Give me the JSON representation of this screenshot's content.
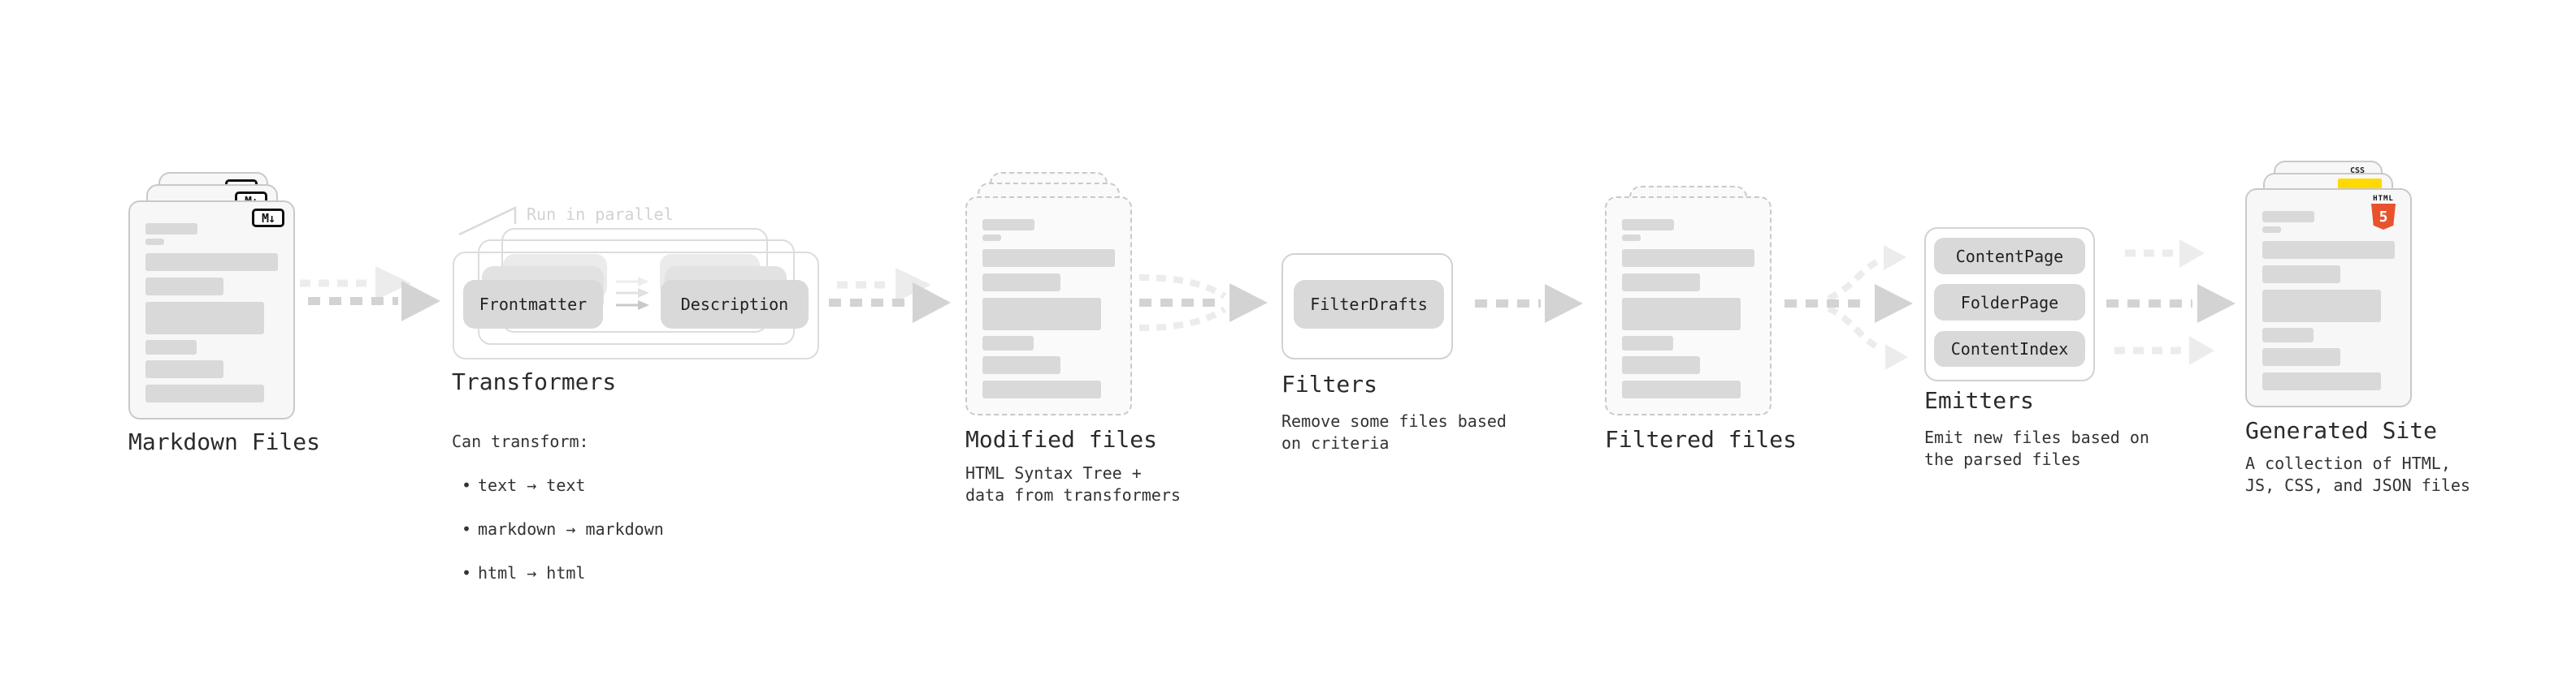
{
  "colors": {
    "bar": "#d9d9d9",
    "card_bg": "#f7f7f7",
    "card_border": "#c9c9c9",
    "dashed_border": "#c9c9c9",
    "frame_border": "#dcdcdc",
    "pill_bg": "#d9d9d9",
    "arrow_dark": "#d3d3d3",
    "arrow_light": "#ececec",
    "text_dark": "#2b2b2b",
    "annotation": "#d2d2d2",
    "html5_orange": "#e8532c",
    "js_yellow": "#ffd900",
    "css_blue": "#2d53e0",
    "badge_border": "#111111"
  },
  "skeleton_bars": [
    {
      "w": 64,
      "h": 14,
      "gap": 0
    },
    {
      "w": 23,
      "h": 8,
      "gap": 5
    },
    {
      "w": 163,
      "h": 22,
      "gap": 10
    },
    {
      "w": 96,
      "h": 22,
      "gap": 8
    },
    {
      "w": 146,
      "h": 40,
      "gap": 8
    },
    {
      "w": 63,
      "h": 18,
      "gap": 7
    },
    {
      "w": 96,
      "h": 22,
      "gap": 7
    },
    {
      "w": 146,
      "h": 22,
      "gap": 8
    }
  ],
  "sections": {
    "markdown": {
      "label": "Markdown Files",
      "badge": "M↓"
    },
    "transformers": {
      "heading": "Transformers",
      "annotation": "Run in parallel",
      "pills": [
        "Frontmatter",
        "Description"
      ],
      "caption_title": "Can transform:",
      "bullet_glyph": "•",
      "bullets": [
        "text → text",
        "markdown → markdown",
        "html → html"
      ]
    },
    "modified": {
      "heading": "Modified files",
      "caption": "HTML Syntax Tree +\ndata from transformers"
    },
    "filters": {
      "heading": "Filters",
      "pill": "FilterDrafts",
      "caption": "Remove some files based\non criteria"
    },
    "filtered": {
      "heading": "Filtered files"
    },
    "emitters": {
      "heading": "Emitters",
      "pills": [
        "ContentPage",
        "FolderPage",
        "ContentIndex"
      ],
      "caption": "Emit new files based on\nthe parsed files"
    },
    "generated": {
      "heading": "Generated Site",
      "caption": "A collection of HTML,\nJS, CSS, and JSON files",
      "badge_css": "CSS",
      "badge_html_label": "HTML",
      "badge_html_number": "5"
    }
  }
}
